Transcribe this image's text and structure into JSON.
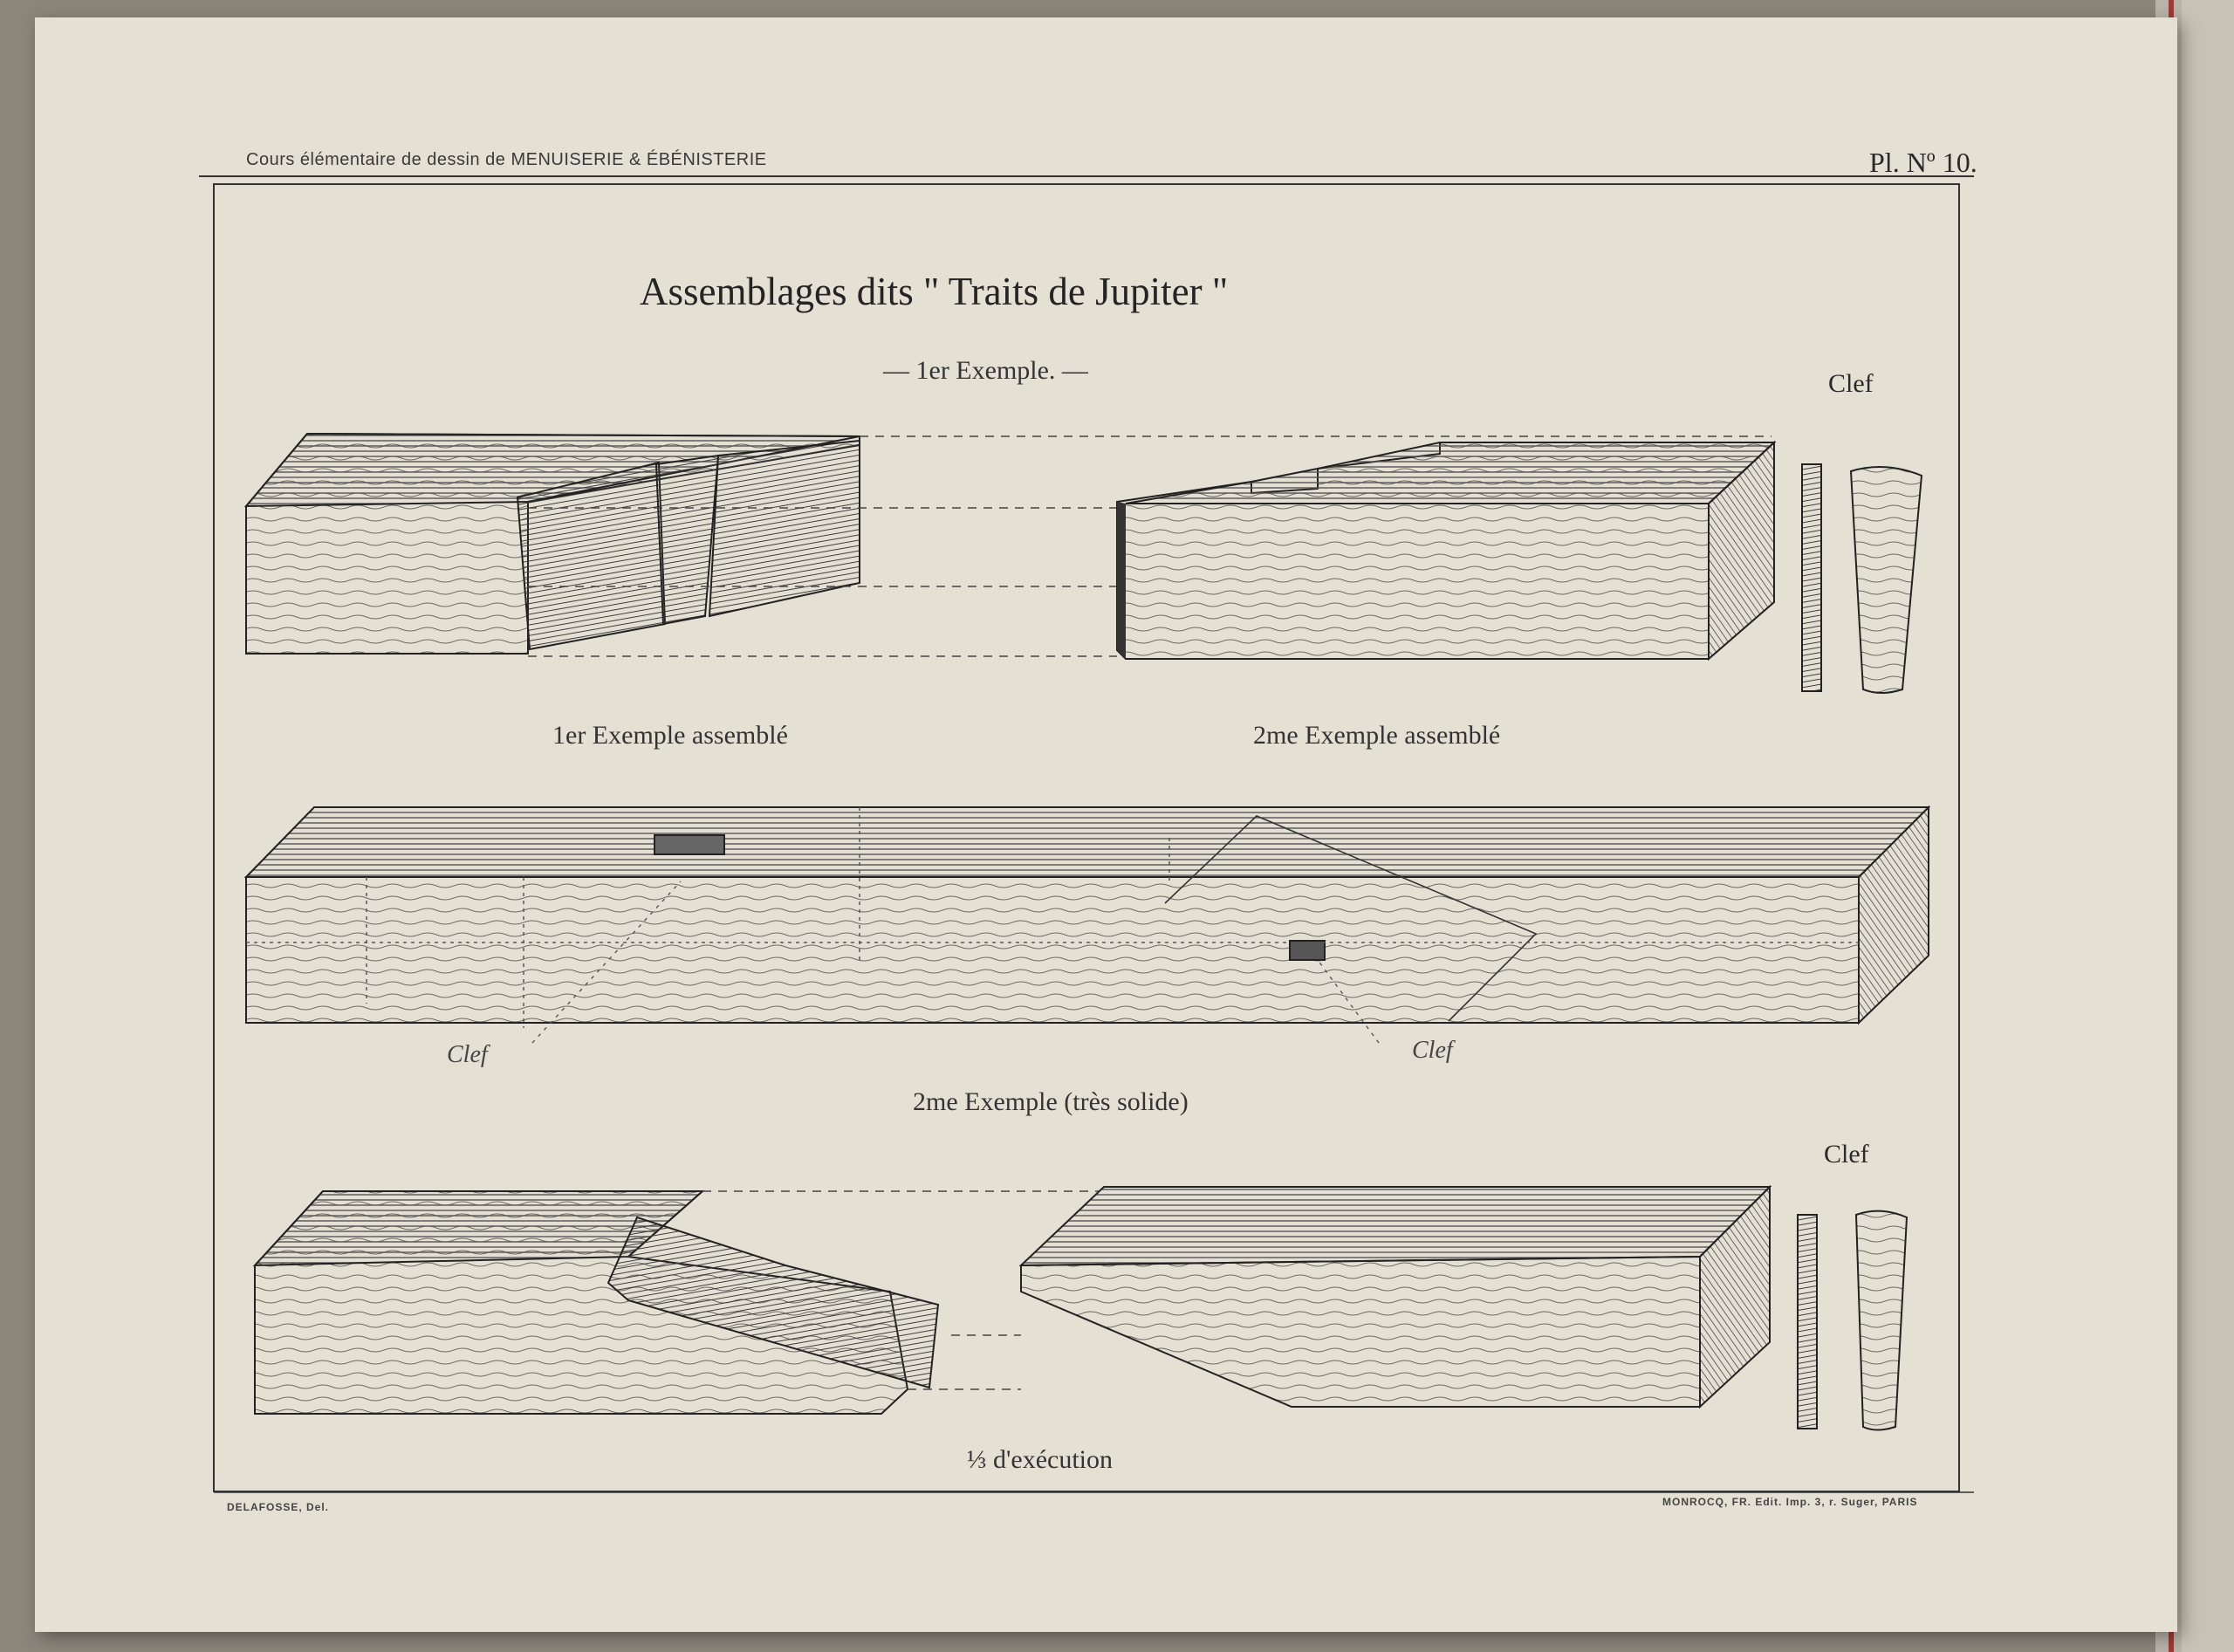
{
  "header": {
    "series": "Cours élémentaire de dessin de MENUISERIE & ÉBÉNISTERIE",
    "plate_number": "Pl. Nº 10."
  },
  "title": "Assemblages dits \" Traits de Jupiter \"",
  "labels": {
    "first_example": "— 1er Exemple. —",
    "first_assembled": "1er Exemple assemblé",
    "second_assembled": "2me Exemple assemblé",
    "second_example": "2me Exemple (très solide)",
    "scale": "⅓ d'exécution",
    "clef_top": "Clef",
    "clef_bottom": "Clef",
    "clef_left": "Clef",
    "clef_right": "Clef"
  },
  "footer": {
    "draftsman": "DELAFOSSE, Del.",
    "publisher": "MONROCQ, FR. Edit. Imp. 3, r. Suger, PARIS"
  },
  "colors": {
    "paper": "#e4e0d4",
    "ink": "#2b2b2b",
    "backdrop": "#8a8478",
    "shade": "#9a978f"
  }
}
